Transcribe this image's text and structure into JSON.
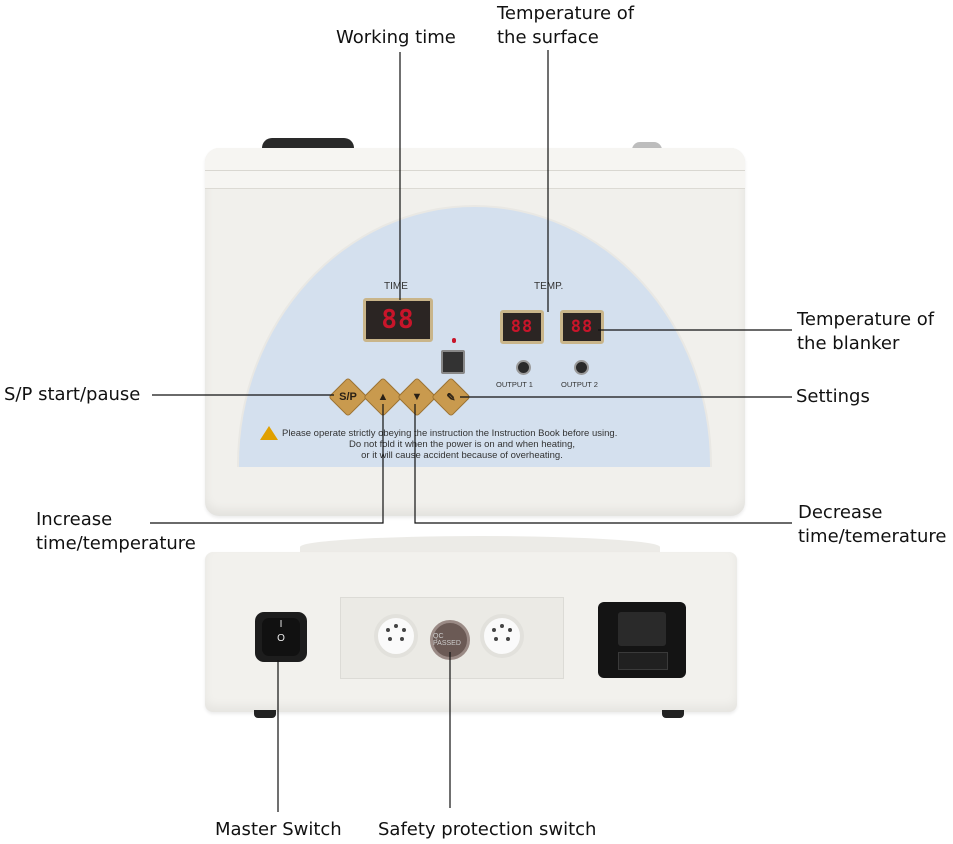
{
  "callouts": {
    "working_time": "Working time",
    "temp_surface_1": "Temperature of",
    "temp_surface_2": "the surface",
    "temp_blanker_1": "Temperature of",
    "temp_blanker_2": "the blanker",
    "start_pause": "S/P start/pause",
    "settings": "Settings",
    "increase_1": "Increase",
    "increase_2": "time/temperature",
    "decrease_1": "Decrease",
    "decrease_2": "time/temerature",
    "master_switch": "Master Switch",
    "safety_switch": "Safety protection switch"
  },
  "panel": {
    "time_label": "TIME",
    "temp_label": "TEMP.",
    "time_display": "88",
    "temp1_display": "88",
    "temp2_display": "88",
    "output1": "OUTPUT 1",
    "output2": "OUTPUT 2",
    "sp_button": "S/P",
    "up_button": "▲",
    "down_button": "▼",
    "settings_button": "✎",
    "warning_line1": "Please operate strictly obeying the instruction the Instruction Book before using.",
    "warning_line2": "Do not fold it when the power is on and when heating,",
    "warning_line3": "or it will cause accident because of overheating."
  },
  "back": {
    "switch_on": "I",
    "switch_off": "O",
    "fuse_label": "QC PASSED"
  },
  "colors": {
    "panel_blue": "#d4e0ee",
    "lcd_red": "#c8152a",
    "button_gold": "#c99a4e",
    "body_white": "#f1f0ec"
  }
}
